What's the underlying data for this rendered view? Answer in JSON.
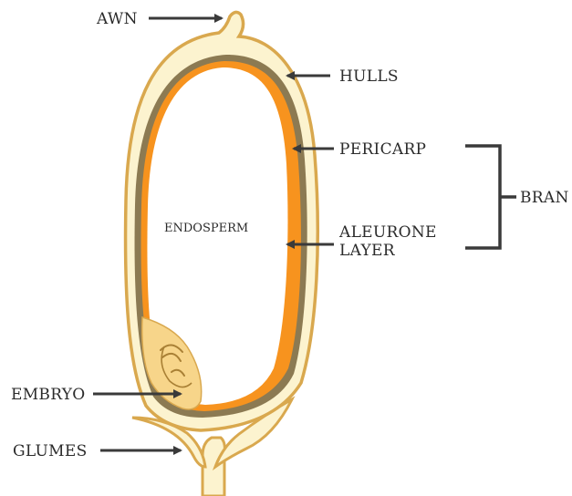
{
  "labels": {
    "awn": "AWN",
    "hulls": "HULLS",
    "pericarp": "PERICARP",
    "bran": "BRAN",
    "aleurone_line1": "ALEURONE",
    "aleurone_line2": "LAYER",
    "endosperm": "ENDOSPERM",
    "embryo": "EMBRYO",
    "glumes": "GLUMES"
  },
  "colors": {
    "hull_fill": "#FCF3CF",
    "hull_outline": "#D9A84E",
    "pericarp": "#8C7A52",
    "aleurone": "#F7931E",
    "endosperm": "#FFFFFF",
    "embryo": "#F7D58A",
    "arrow": "#3A3A3A",
    "text": "#2B2B2B"
  }
}
